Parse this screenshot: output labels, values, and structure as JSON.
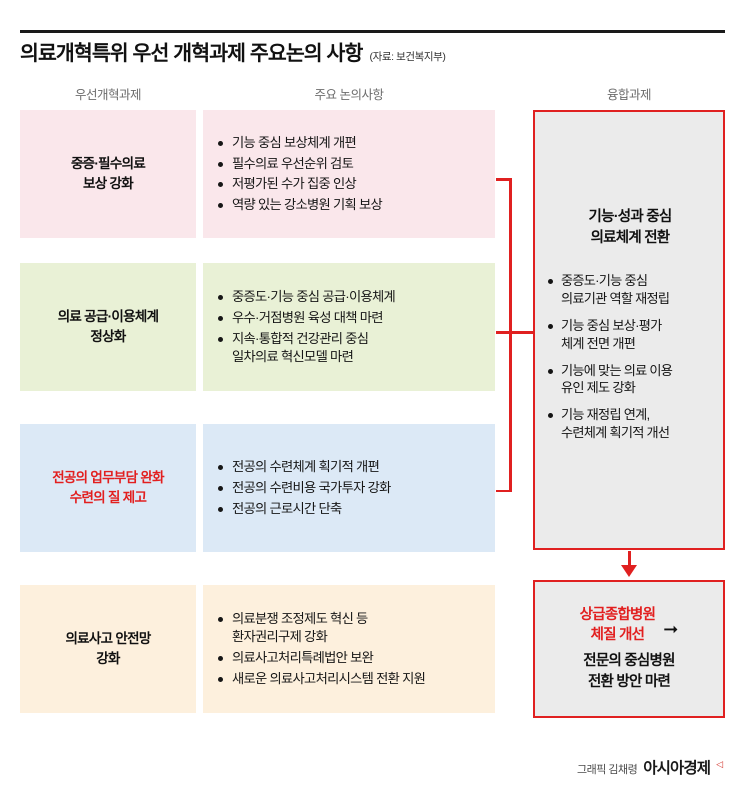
{
  "header": {
    "title": "의료개혁특위 우선 개혁과제 주요논의 사항",
    "source": "(자료: 보건복지부)"
  },
  "columns": {
    "left_label": "우선개혁과제",
    "middle_label": "주요 논의사항",
    "right_label": "융합과제"
  },
  "colors": {
    "row1_bg": "#fae7eb",
    "row2_bg": "#e9f1d6",
    "row3_bg": "#dce9f6",
    "row4_bg": "#fdf0dd",
    "accent_red": "#e02020",
    "title_red": "#e21f1f",
    "conv_bg": "#ebebeb"
  },
  "rows": [
    {
      "task": "중증·필수의료\n보상 강화",
      "task_color": "#111111",
      "items": [
        "기능 중심 보상체계 개편",
        "필수의료 우선순위 검토",
        "저평가된 수가 집중 인상",
        "역량 있는 강소병원 기획 보상"
      ]
    },
    {
      "task": "의료 공급·이용체계\n정상화",
      "task_color": "#111111",
      "items": [
        "중증도·기능 중심 공급·이용체계",
        "우수·거점병원 육성 대책 마련",
        "지속·통합적 건강관리 중심\n일차의료 혁신모델 마련"
      ]
    },
    {
      "task": "전공의 업무부담 완화\n수련의 질 제고",
      "task_color": "#e21f1f",
      "items": [
        "전공의 수련체계 획기적 개편",
        "전공의 수련비용 국가투자 강화",
        "전공의 근로시간 단축"
      ]
    },
    {
      "task": "의료사고 안전망\n강화",
      "task_color": "#111111",
      "items": [
        "의료분쟁 조정제도 혁신 등\n환자권리구제 강화",
        "의료사고처리특례법안 보완",
        "새로운 의료사고처리시스템 전환 지원"
      ]
    }
  ],
  "convergence": {
    "title": "기능·성과 중심\n의료체계 전환",
    "items": [
      "중증도·기능 중심\n의료기관 역할 재정립",
      "기능 중심 보상·평가\n체계 전면 개편",
      "기능에 맞는 의료 이용\n유인 제도 강화",
      "기능 재정립 연계,\n수련체계 획기적 개선"
    ],
    "bottom": {
      "red_text": "상급종합병원\n체질 개선",
      "arrow_icon": "right-arrow-icon",
      "black_text": "전문의 중심병원\n전환 방안 마련"
    }
  },
  "footer": {
    "credit": "그래픽 김채령",
    "brand": "아시아경제",
    "mark": "◁"
  }
}
